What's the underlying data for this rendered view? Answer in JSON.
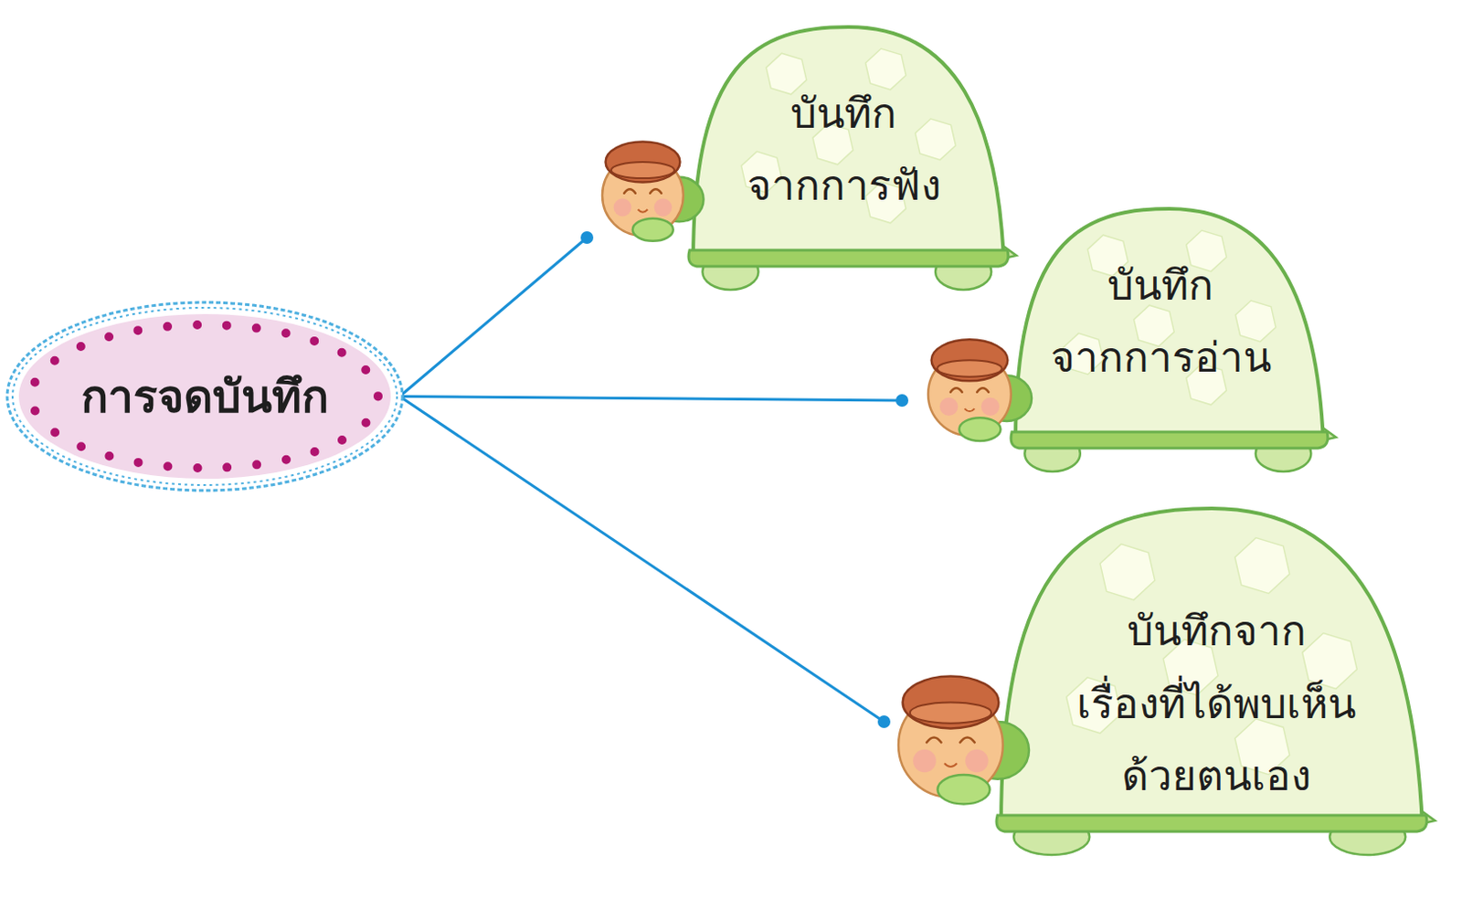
{
  "diagram": {
    "nodes": [
      {
        "text": [
          "การจดบันทึก"
        ]
      },
      {
        "text": [
          "บันทึก จากการฟัง"
        ]
      },
      {
        "text": [
          "บันทึก จากการอ่าน"
        ]
      },
      {
        "text": [
          "บันทึกจาก เรื่องที่ได้พบเห็น ด้วยตนเอง"
        ]
      }
    ],
    "edges": [
      {
        "from": 0,
        "to": 1,
        "arrow": "none"
      },
      {
        "from": 0,
        "to": 2,
        "arrow": "none"
      },
      {
        "from": 0,
        "to": 3,
        "arrow": "none"
      }
    ]
  }
}
